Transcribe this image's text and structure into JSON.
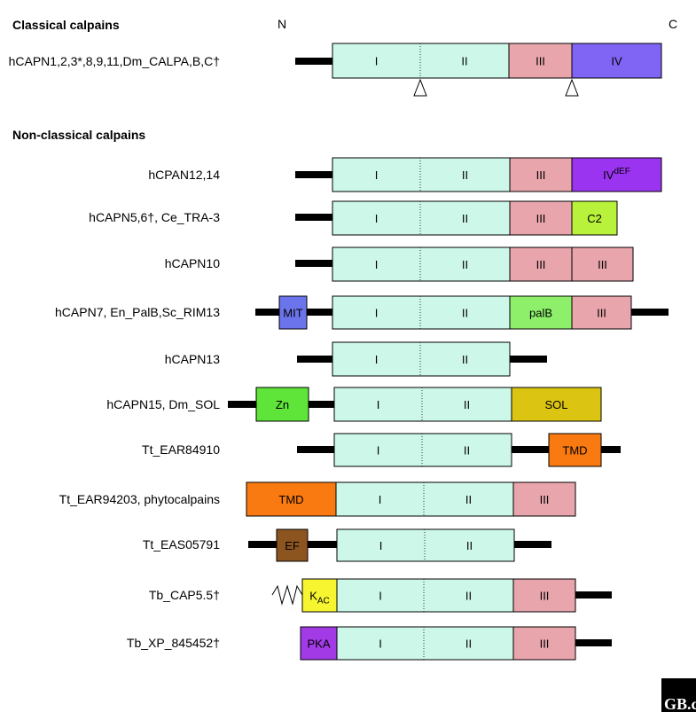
{
  "headings": {
    "classical": "Classical calpains",
    "nonclassical": "Non-classical calpains",
    "n_terminus": "N",
    "c_terminus": "C"
  },
  "rows": [
    {
      "label": "hCAPN1,2,3*,8,9,11,Dm_CALPA,B,C†",
      "domains": [
        {
          "text": "III",
          "color": "#e8a5ab"
        },
        {
          "text": "IV",
          "color": "#8064f4"
        }
      ]
    },
    {
      "label": "hCPAN12,14",
      "domains": [
        {
          "text": "III",
          "color": "#e8a5ab"
        },
        {
          "text": "IV",
          "sup": "dEF",
          "color": "#9b34f0"
        }
      ]
    },
    {
      "label": "hCAPN5,6†, Ce_TRA-3",
      "domains": [
        {
          "text": "III",
          "color": "#e8a5ab"
        },
        {
          "text": "C2",
          "color": "#b8f23a"
        }
      ]
    },
    {
      "label": "hCAPN10",
      "domains": [
        {
          "text": "III",
          "color": "#e8a5ab"
        },
        {
          "text": "III",
          "color": "#e8a5ab"
        }
      ]
    },
    {
      "label": "hCAPN7, En_PalB,Sc_RIM13",
      "domains": [
        {
          "text": "MIT",
          "color": "#6c74ec"
        },
        {
          "text": "palB",
          "color": "#8ef06a"
        },
        {
          "text": "III",
          "color": "#e8a5ab"
        }
      ]
    },
    {
      "label": "hCAPN13",
      "domains": []
    },
    {
      "label": "hCAPN15, Dm_SOL",
      "domains": [
        {
          "text": "Zn",
          "color": "#5fe43a"
        },
        {
          "text": "SOL",
          "color": "#dcc412"
        }
      ]
    },
    {
      "label": "Tt_EAR84910",
      "domains": [
        {
          "text": "TMD",
          "color": "#f97a10"
        }
      ]
    },
    {
      "label": "Tt_EAR94203, phytocalpains",
      "domains": [
        {
          "text": "TMD",
          "color": "#f97a10"
        },
        {
          "text": "III",
          "color": "#e8a5ab"
        }
      ]
    },
    {
      "label": "Tt_EAS05791",
      "domains": [
        {
          "text": "EF",
          "color": "#8c5520"
        }
      ]
    },
    {
      "label": "Tb_CAP5.5†",
      "domains": [
        {
          "text": "K",
          "sub": "AC",
          "color": "#f7f530"
        },
        {
          "text": "III",
          "color": "#e8a5ab"
        }
      ]
    },
    {
      "label": "Tb_XP_845452†",
      "domains": [
        {
          "text": "PKA",
          "color": "#a23ae6"
        },
        {
          "text": "III",
          "color": "#e8a5ab"
        }
      ]
    }
  ],
  "core": {
    "domain1": "I",
    "domain2": "II",
    "color": "#cdf7e9"
  },
  "logo": "GB.c"
}
